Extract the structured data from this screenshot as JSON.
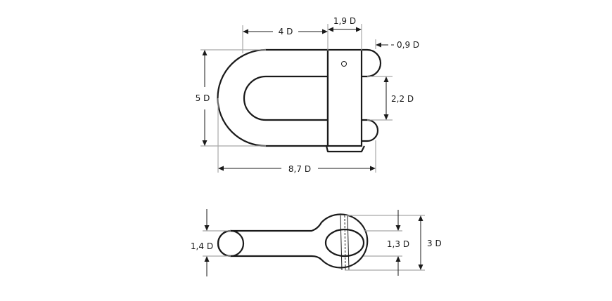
{
  "labels": {
    "top_width_4d": "4 D",
    "top_pin_1_9d": "1,9 D",
    "top_pin_0_9d": "0,9 D",
    "top_height_5d": "5 D",
    "top_gap_2_2d": "2,2 D",
    "top_length_8_7d": "8,7 D",
    "bottom_left_1_4d": "1,4 D",
    "bottom_eye_1_3d": "1,3 D",
    "bottom_total_3d": "3 D"
  }
}
